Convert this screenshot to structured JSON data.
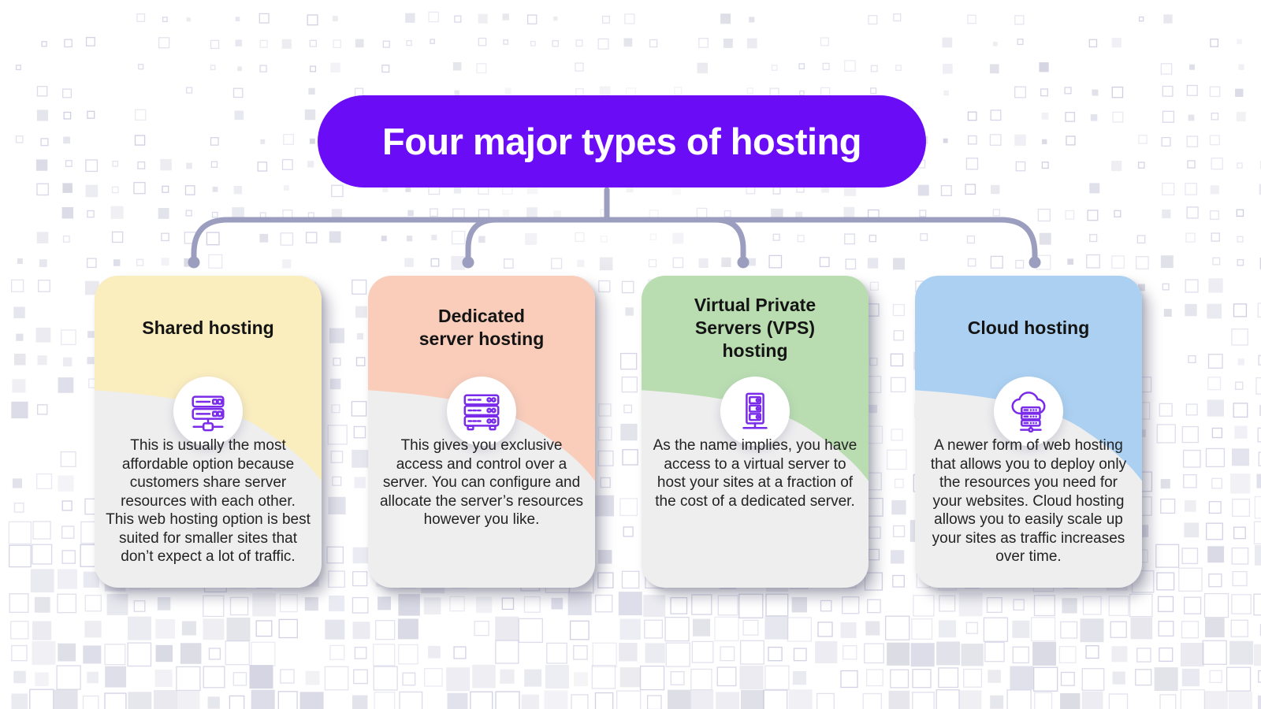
{
  "banner": {
    "title": "Four major types of hosting",
    "bg_color": "#6A0DF6",
    "text_color": "#FFFFFF"
  },
  "connector": {
    "line_color": "#9C9EC0"
  },
  "palette": {
    "icon_stroke": "#7A2BEA",
    "card_body": "#EEEEEF"
  },
  "cards": [
    {
      "id": "shared-hosting",
      "title": "Shared hosting",
      "accent_color": "#FAEDBE",
      "icon": "shared-hosting-server-icon",
      "description": "This is usually the most affordable option because customers share server resources with each other. This web hosting option is best suited for smaller sites that don’t expect a lot of traffic."
    },
    {
      "id": "dedicated-server-hosting",
      "title": "Dedicated\nserver hosting",
      "accent_color": "#F9CDB9",
      "icon": "dedicated-server-rack-icon",
      "description": "This gives you exclusive access and control over a server. You can configure and allocate the server’s resources however you like."
    },
    {
      "id": "vps-hosting",
      "title": "Virtual Private\nServers (VPS)\nhosting",
      "accent_color": "#B9DDB1",
      "icon": "vps-server-tower-icon",
      "description": "As the name implies, you have access to a virtual server to host your sites at a fraction of the cost of a dedicated server."
    },
    {
      "id": "cloud-hosting",
      "title": "Cloud hosting",
      "accent_color": "#ABD0F1",
      "icon": "cloud-server-icon",
      "description": "A newer form of web hosting that allows you to deploy only the resources you need for your websites. Cloud hosting allows you to easily scale up your sites as traffic increases over time."
    }
  ]
}
